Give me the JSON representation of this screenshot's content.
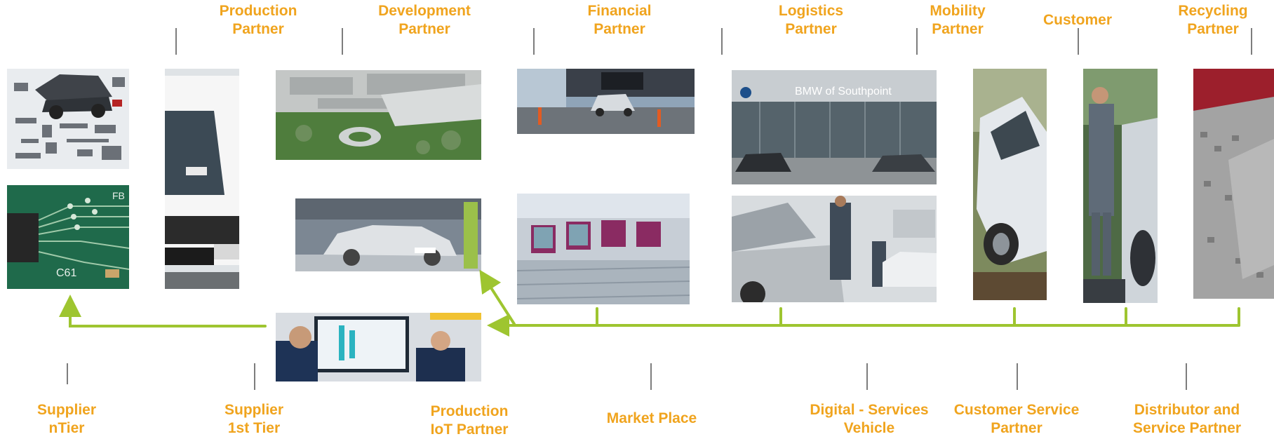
{
  "colors": {
    "label": "#f0a41e",
    "flow": "#9ec530",
    "tick": "#7d7d7d"
  },
  "top_labels": [
    {
      "line1": "Production",
      "line2": "Partner"
    },
    {
      "line1": "Development",
      "line2": "Partner"
    },
    {
      "line1": "Financial",
      "line2": "Partner"
    },
    {
      "line1": "Logistics",
      "line2": "Partner"
    },
    {
      "line1": "Mobility",
      "line2": "Partner"
    },
    {
      "line1": "Customer",
      "line2": ""
    },
    {
      "line1": "Recycling",
      "line2": "Partner"
    }
  ],
  "bottom_labels": [
    {
      "line1": "Supplier",
      "line2": "nTier"
    },
    {
      "line1": "Supplier",
      "line2": "1st Tier"
    },
    {
      "line1": "Production",
      "line2": "IoT Partner"
    },
    {
      "line1": "Market Place",
      "line2": ""
    },
    {
      "line1": "Digital - Services",
      "line2": "Vehicle"
    },
    {
      "line1": "Customer Service",
      "line2": "Partner"
    },
    {
      "line1": "Distributor and",
      "line2": "Service Partner"
    }
  ],
  "photos": {
    "car_parts": "exploded-car-parts-photo",
    "circuit_board": "circuit-board-photo",
    "truck": "truck-photo",
    "factory_aerial": "factory-aerial-photo",
    "prototype_car": "camouflaged-prototype-car-photo",
    "iot_screen": "engineers-at-touchscreen-photo",
    "car_ferry": "car-ferry-unloading-photo",
    "assembly_line": "automated-assembly-line-photo",
    "showroom": "dealership-showroom-photo",
    "workshop": "car-service-workshop-photo",
    "suv_forest": "suv-in-forest-photo",
    "businessman": "businessman-with-car-photo",
    "recycling": "recycled-granulate-photo"
  }
}
